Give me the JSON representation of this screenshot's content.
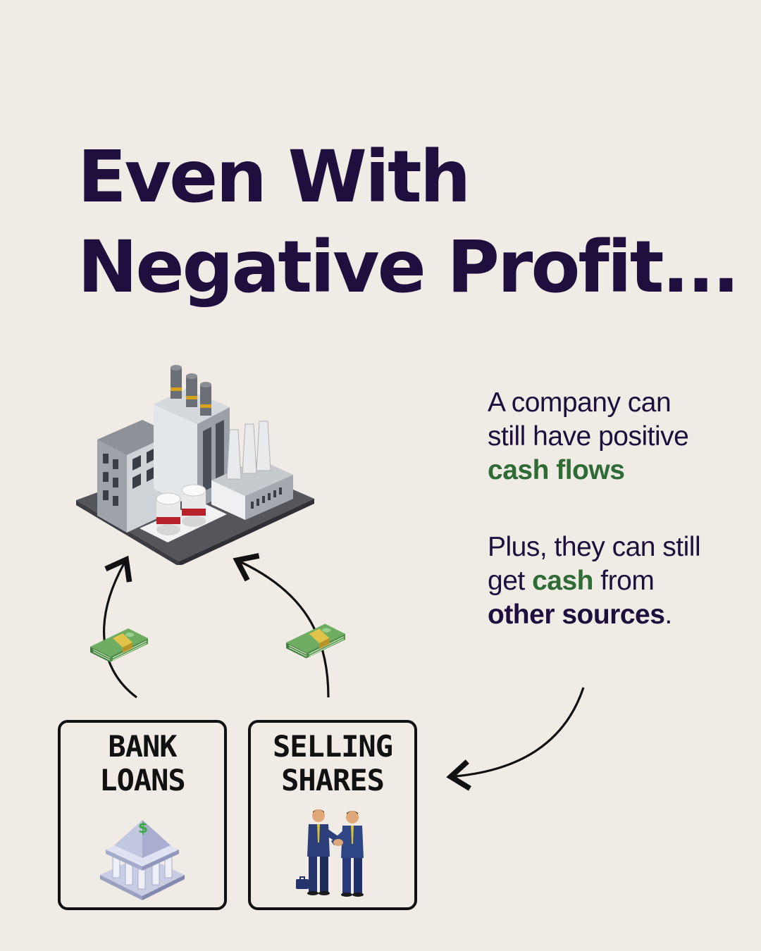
{
  "title": {
    "line1": "Even With",
    "line2": "Negative Profit..."
  },
  "text_block_1": {
    "line1": "A company can",
    "line2": "still have positive",
    "highlight": "cash flows"
  },
  "text_block_2": {
    "line1": "Plus, they can still",
    "line2_prefix": "get ",
    "line2_highlight": "cash",
    "line2_suffix": " from",
    "line3_bold": "other sources",
    "line3_end": "."
  },
  "boxes": [
    {
      "line1": "BANK",
      "line2": "LOANS",
      "icon": "bank-building-icon"
    },
    {
      "line1": "SELLING",
      "line2": "SHARES",
      "icon": "handshake-businessmen-icon"
    }
  ],
  "icons": {
    "factory": "factory-icon",
    "money": "money-stack-icon",
    "arrow": "curved-arrow-icon"
  },
  "colors": {
    "background": "#f0ece5",
    "heading": "#1e0f3f",
    "accent_green": "#2e6b35"
  }
}
